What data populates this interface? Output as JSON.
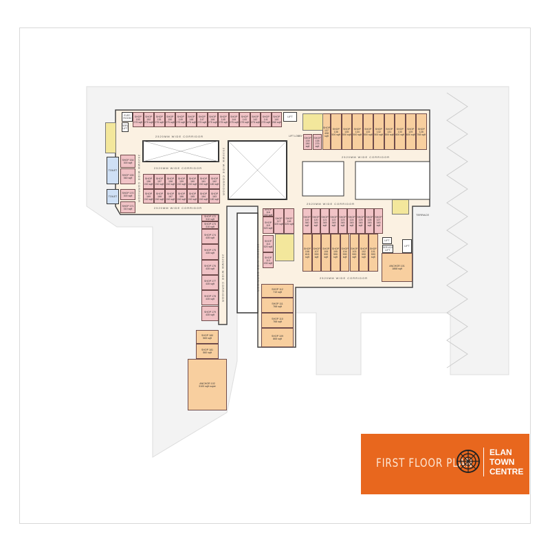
{
  "title": "FIRST FLOOR PLAN",
  "brand": {
    "line1": "ELAN",
    "line2": "TOWN",
    "line3": "CENTRE"
  },
  "colors": {
    "shop_small": "#f1c3c6",
    "shop_large": "#f8cf9f",
    "accent": "#e8671e",
    "corridor": "#fbf1e2"
  },
  "corridor_label": "2520MM WIDE CORRIDOR",
  "utilities": {
    "elec_room": "ELEC ROOM",
    "serv_lift": "SERV LIFT",
    "lift_lobby": "LIFT LOBBY",
    "lift": "LIFT",
    "toilet": "TOILET",
    "terrace": "TERRACE",
    "service_lift": "SERVICE LIFT"
  },
  "shops": [
    {
      "name": "SHOP 153",
      "area": "275 sqft"
    },
    {
      "name": "SHOP 152",
      "area": "275 sqft"
    },
    {
      "name": "SHOP 151",
      "area": "275 sqft"
    },
    {
      "name": "SHOP 150",
      "area": "275 sqft"
    },
    {
      "name": "SHOP 149",
      "area": "275 sqft"
    },
    {
      "name": "SHOP 148",
      "area": "275 sqft"
    },
    {
      "name": "SHOP 147",
      "area": "275 sqft"
    },
    {
      "name": "SHOP 146",
      "area": "275 sqft"
    },
    {
      "name": "SHOP 145",
      "area": "275 sqft"
    },
    {
      "name": "SHOP 144",
      "area": "275 sqft"
    },
    {
      "name": "SHOP 143",
      "area": "275 sqft"
    },
    {
      "name": "SHOP 142",
      "area": "275 sqft"
    },
    {
      "name": "SHOP 141",
      "area": "275 sqft"
    },
    {
      "name": "SHOP 140",
      "area": "260 sqft"
    },
    {
      "name": "SHOP 139",
      "area": "280 sqft"
    },
    {
      "name": "SHOP 138",
      "area": "275 sqft"
    },
    {
      "name": "SHOP 137",
      "area": "408 sqft"
    },
    {
      "name": "SHOP 136",
      "area": "500 sqft"
    },
    {
      "name": "SHOP 135",
      "area": "500 sqft"
    },
    {
      "name": "SHOP 134",
      "area": "500 sqft"
    },
    {
      "name": "SHOP 133",
      "area": "500 sqft"
    },
    {
      "name": "SHOP 132",
      "area": "500 sqft"
    },
    {
      "name": "SHOP 131",
      "area": "500 sqft"
    },
    {
      "name": "SHOP 130",
      "area": "600 sqft"
    },
    {
      "name": "SHOP 129",
      "area": "600 sqft"
    },
    {
      "name": "SHOP 128",
      "area": "768 sqft"
    },
    {
      "name": "SHOP 156",
      "area": "240 sqft"
    },
    {
      "name": "SHOP 157",
      "area": "240 sqft"
    },
    {
      "name": "SHOP 158",
      "area": "240 sqft"
    },
    {
      "name": "SHOP 159",
      "area": "240 sqft"
    },
    {
      "name": "SHOP 160",
      "area": "240 sqft"
    },
    {
      "name": "SHOP 161",
      "area": "240 sqft"
    },
    {
      "name": "SHOP 162",
      "area": "180 sqft"
    },
    {
      "name": "SHOP 169",
      "area": "240 sqft"
    },
    {
      "name": "SHOP 168",
      "area": "240 sqft"
    },
    {
      "name": "SHOP 167",
      "area": "240 sqft"
    },
    {
      "name": "SHOP 166",
      "area": "240 sqft"
    },
    {
      "name": "SHOP 165",
      "area": "240 sqft"
    },
    {
      "name": "SHOP 164",
      "area": "240 sqft"
    },
    {
      "name": "SHOP 163",
      "area": "180 sqft"
    },
    {
      "name": "SHOP 154",
      "area": "300 sqft"
    },
    {
      "name": "SHOP 155",
      "area": "360 sqft"
    },
    {
      "name": "SHOP 170",
      "area": "300 sqft"
    },
    {
      "name": "SHOP 171",
      "area": "310 sqft"
    },
    {
      "name": "SHOP 172",
      "area": "310 sqft"
    },
    {
      "name": "SHOP 173",
      "area": "310 sqft"
    },
    {
      "name": "SHOP 174",
      "area": "435 sqft"
    },
    {
      "name": "SHOP 175",
      "area": "435 sqft"
    },
    {
      "name": "SHOP 176",
      "area": "435 sqft"
    },
    {
      "name": "SHOP 177",
      "area": "435 sqft"
    },
    {
      "name": "SHOP 178",
      "area": "435 sqft"
    },
    {
      "name": "SHOP 179",
      "area": "435 sqft"
    },
    {
      "name": "SHOP 180",
      "area": "565 sqft"
    },
    {
      "name": "SHOP 181",
      "area": "560 sqft"
    },
    {
      "name": "ANCHOR 102",
      "area": "3100 sqft super"
    },
    {
      "name": "SHOP 116",
      "area": "240 sqft"
    },
    {
      "name": "SHOP 117",
      "area": "325 sqft"
    },
    {
      "name": "SHOP 118",
      "area": "325 sqft"
    },
    {
      "name": "SHOP 115",
      "area": "520 sqft"
    },
    {
      "name": "SHOP 114",
      "area": "520 sqft"
    },
    {
      "name": "SHOP 113",
      "area": "430 sqft"
    },
    {
      "name": "SHOP 119",
      "area": "360 sqft"
    },
    {
      "name": "SHOP 120",
      "area": "345 sqft"
    },
    {
      "name": "SHOP 121",
      "area": "345 sqft"
    },
    {
      "name": "SHOP 122",
      "area": "345 sqft"
    },
    {
      "name": "SHOP 123",
      "area": "345 sqft"
    },
    {
      "name": "SHOP 124",
      "area": "345 sqft"
    },
    {
      "name": "SHOP 125",
      "area": "345 sqft"
    },
    {
      "name": "SHOP 126",
      "area": "345 sqft"
    },
    {
      "name": "SHOP 127",
      "area": "345 sqft"
    },
    {
      "name": "SHOP 108",
      "area": "815 sqft"
    },
    {
      "name": "SHOP 107",
      "area": "590 sqft"
    },
    {
      "name": "SHOP 106",
      "area": "590 sqft"
    },
    {
      "name": "SHOP 105",
      "area": "590 sqft"
    },
    {
      "name": "SHOP 104",
      "area": "590 sqft"
    },
    {
      "name": "SHOP 103",
      "area": "590 sqft"
    },
    {
      "name": "SHOP 102",
      "area": "590 sqft"
    },
    {
      "name": "SHOP 101",
      "area": "590 sqft"
    },
    {
      "name": "ANCHOR 101",
      "area": "1868 sqft"
    },
    {
      "name": "SHOP 112",
      "area": "710 sqft"
    },
    {
      "name": "SHOP 111",
      "area": "768 sqft"
    },
    {
      "name": "SHOP 110",
      "area": "768 sqft"
    },
    {
      "name": "SHOP 109",
      "area": "865 sqft"
    }
  ]
}
